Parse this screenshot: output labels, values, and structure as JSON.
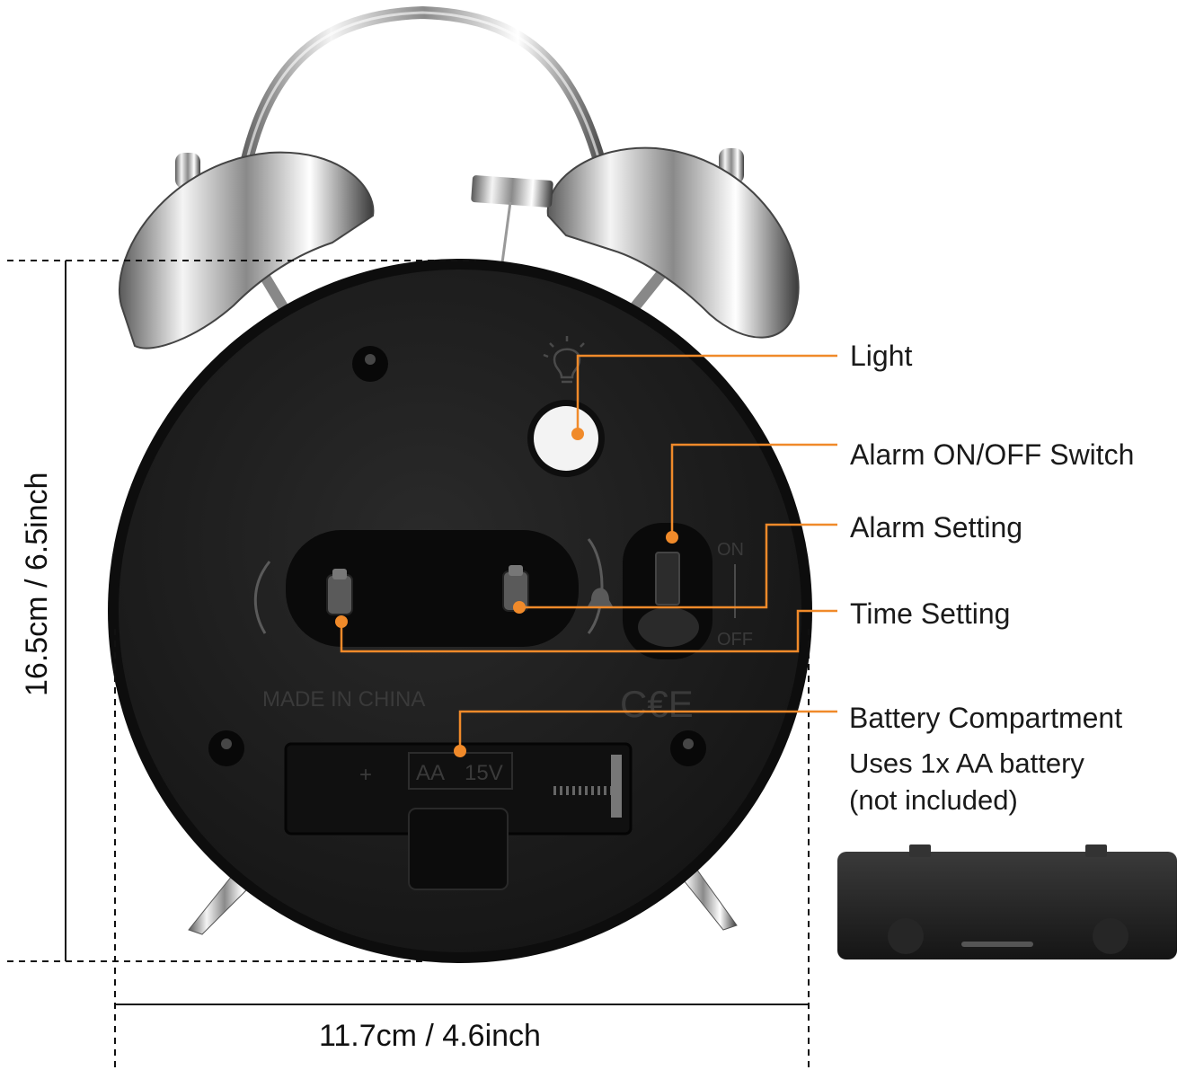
{
  "callouts": {
    "light": "Light",
    "alarm_switch": "Alarm ON/OFF Switch",
    "alarm_setting": "Alarm Setting",
    "time_setting": "Time Setting",
    "battery": "Battery Compartment",
    "battery_note_1": "Uses 1x AA battery",
    "battery_note_2": "(not included)"
  },
  "dimensions": {
    "height": "16.5cm / 6.5inch",
    "width": "11.7cm  / 4.6inch"
  },
  "clock_markings": {
    "made_in": "MADE IN CHINA",
    "ce": "C€E",
    "switch_on": "ON",
    "switch_off": "OFF",
    "battery_type": "AA",
    "battery_voltage": "15V",
    "polarity": "+"
  },
  "colors": {
    "accent": "#f08a2a",
    "clock_body": "#1c1c1c",
    "chrome": "#c8c8c8"
  }
}
